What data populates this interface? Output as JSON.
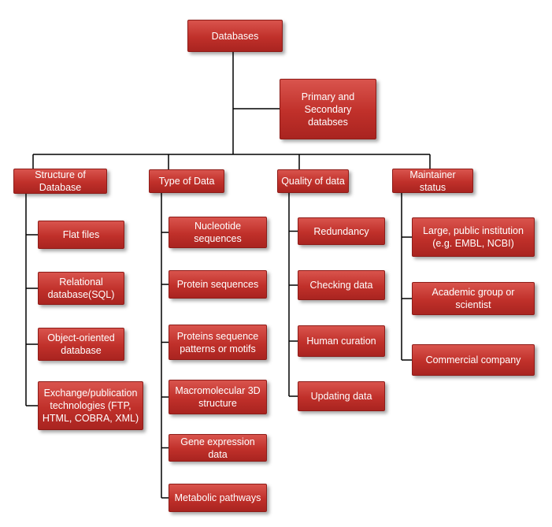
{
  "root": {
    "label": "Databases"
  },
  "side": {
    "label": "Primary and Secondary databses"
  },
  "categories": [
    {
      "label": "Structure of Database",
      "items": [
        "Flat files",
        "Relational database(SQL)",
        "Object-oriented database",
        "Exchange/publication technologies (FTP, HTML, COBRA, XML)"
      ]
    },
    {
      "label": "Type of Data",
      "items": [
        "Nucleotide sequences",
        "Protein sequences",
        "Proteins sequence patterns or motifs",
        "Macromolecular 3D structure",
        "Gene expression data",
        "Metabolic pathways"
      ]
    },
    {
      "label": "Quality of data",
      "items": [
        "Redundancy",
        "Checking data",
        "Human curation",
        "Updating data"
      ]
    },
    {
      "label": "Maintainer status",
      "items": [
        "Large, public institution (e.g. EMBL, NCBI)",
        "Academic group or scientist",
        "Commercial company"
      ]
    }
  ],
  "colors": {
    "box_top": "#d9544d",
    "box_bottom": "#a92420",
    "connector": "#000000",
    "text": "#ffffff"
  }
}
